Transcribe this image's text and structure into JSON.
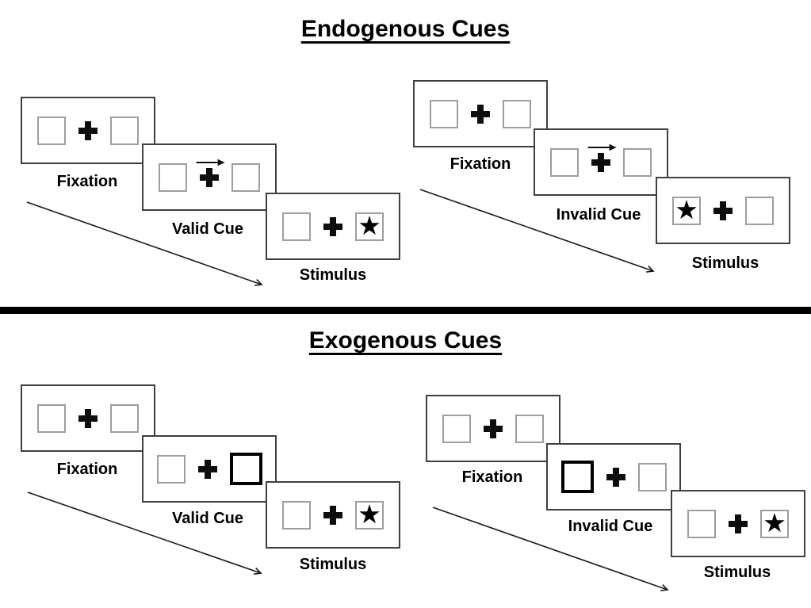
{
  "figure": {
    "glyphs": {
      "star": "★"
    },
    "colors": {
      "card_border": "#3f3f3f",
      "box_border": "#9e9e9e",
      "cue_box_border": "#000000",
      "ink": "#0d0d0d",
      "divider": "#000000"
    },
    "sections": [
      {
        "title": "Endogenous Cues",
        "panels": [
          {
            "name": "endogenous-valid",
            "cards": [
              {
                "label": "Fixation",
                "left_box": "empty",
                "right_box": "empty",
                "cue": "none"
              },
              {
                "label": "Valid Cue",
                "left_box": "empty",
                "right_box": "empty",
                "cue": "central-arrow-right"
              },
              {
                "label": "Stimulus",
                "left_box": "empty",
                "right_box": "star",
                "cue": "none"
              }
            ]
          },
          {
            "name": "endogenous-invalid",
            "cards": [
              {
                "label": "Fixation",
                "left_box": "empty",
                "right_box": "empty",
                "cue": "none"
              },
              {
                "label": "Invalid Cue",
                "left_box": "empty",
                "right_box": "empty",
                "cue": "central-arrow-right"
              },
              {
                "label": "Stimulus",
                "left_box": "star",
                "right_box": "empty",
                "cue": "none"
              }
            ]
          }
        ]
      },
      {
        "title": "Exogenous Cues",
        "panels": [
          {
            "name": "exogenous-valid",
            "cards": [
              {
                "label": "Fixation",
                "left_box": "empty",
                "right_box": "empty",
                "cue": "none"
              },
              {
                "label": "Valid Cue",
                "left_box": "empty",
                "right_box": "thick-box",
                "cue": "peripheral-right"
              },
              {
                "label": "Stimulus",
                "left_box": "empty",
                "right_box": "star",
                "cue": "none"
              }
            ]
          },
          {
            "name": "exogenous-invalid",
            "cards": [
              {
                "label": "Fixation",
                "left_box": "empty",
                "right_box": "empty",
                "cue": "none"
              },
              {
                "label": "Invalid Cue",
                "left_box": "thick-box",
                "right_box": "empty",
                "cue": "peripheral-left"
              },
              {
                "label": "Stimulus",
                "left_box": "empty",
                "right_box": "star",
                "cue": "none"
              }
            ]
          }
        ]
      }
    ]
  }
}
